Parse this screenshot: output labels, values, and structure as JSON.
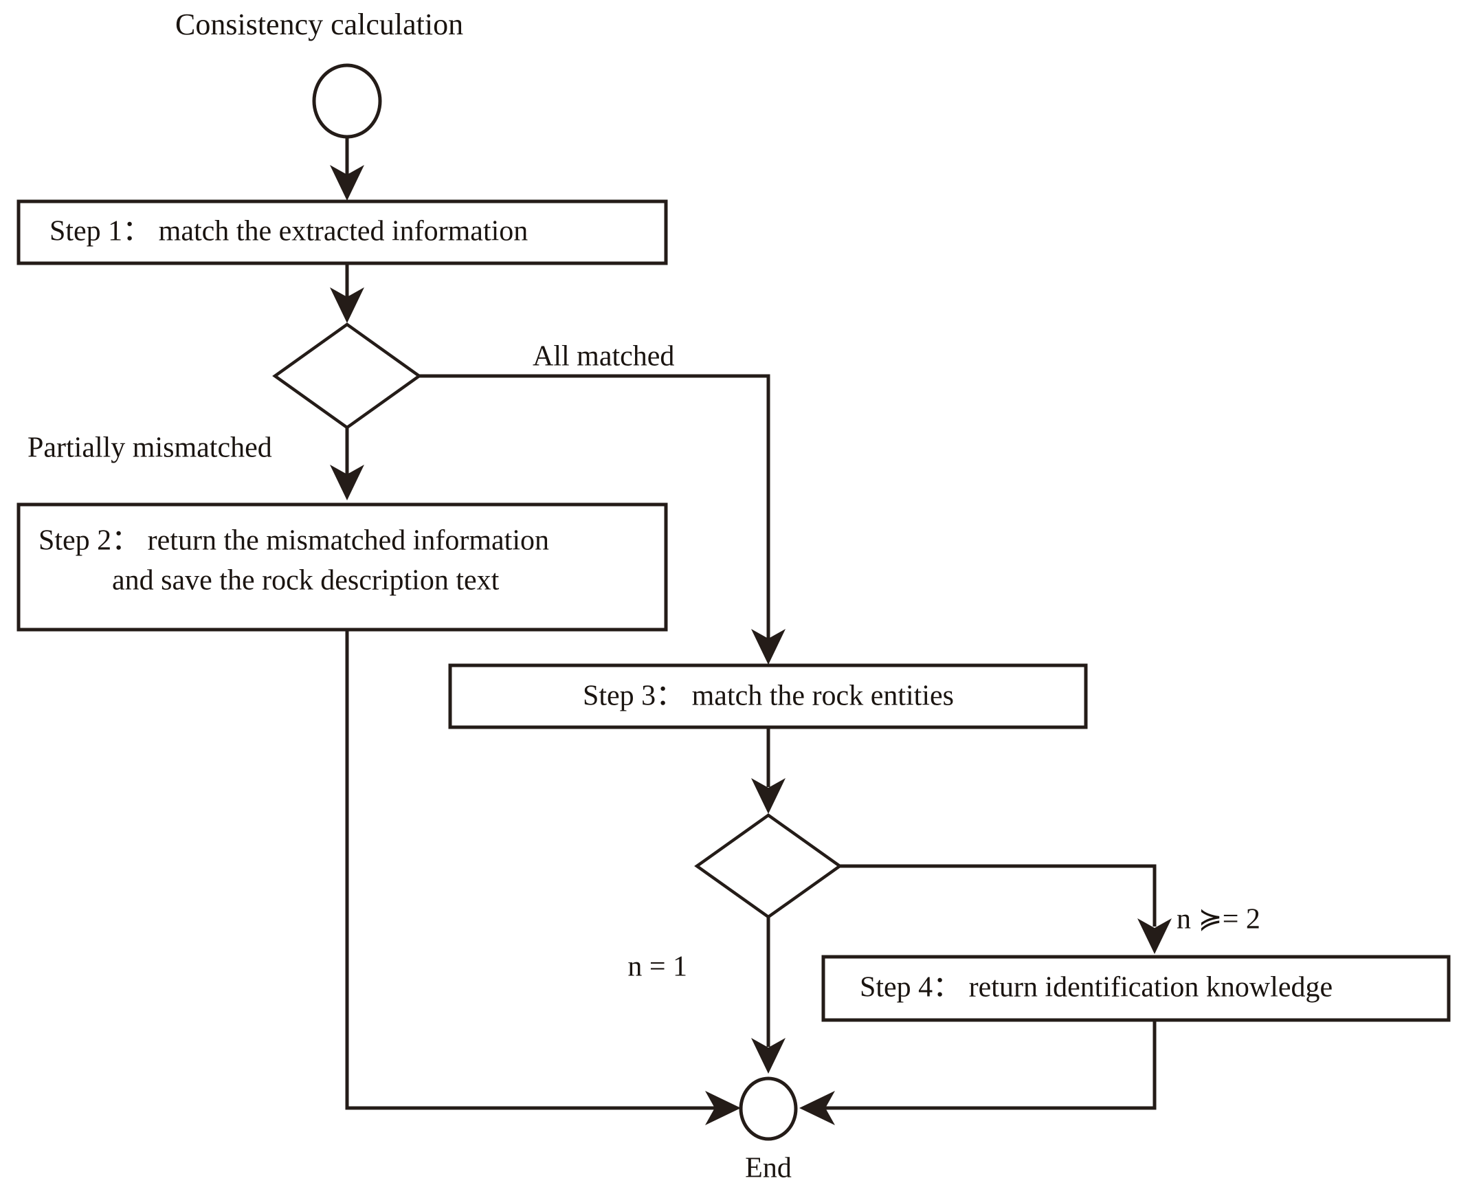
{
  "diagram": {
    "title": "Consistency calculation",
    "type": "flowchart",
    "end_label": "End",
    "colors": {
      "stroke": "#241c18",
      "text": "#1a1410",
      "background": "#ffffff"
    },
    "nodes": [
      {
        "id": "start",
        "shape": "circle",
        "label": ""
      },
      {
        "id": "step1",
        "shape": "rectangle",
        "lines": [
          "Step 1：   match the extracted  information"
        ]
      },
      {
        "id": "decision1",
        "shape": "diamond",
        "label": ""
      },
      {
        "id": "step2",
        "shape": "rectangle",
        "lines": [
          "Step 2：   return the mismatched information",
          "and save the rock description text"
        ]
      },
      {
        "id": "step3",
        "shape": "rectangle",
        "lines": [
          "Step 3：   match the rock entities"
        ]
      },
      {
        "id": "decision2",
        "shape": "diamond",
        "label": ""
      },
      {
        "id": "step4",
        "shape": "rectangle",
        "lines": [
          "Step 4：   return identification knowledge"
        ]
      },
      {
        "id": "end",
        "shape": "circle",
        "label": "End"
      }
    ],
    "edges": [
      {
        "id": "e-start-step1",
        "from": "start",
        "to": "step1",
        "label": ""
      },
      {
        "id": "e-step1-decision1",
        "from": "step1",
        "to": "decision1",
        "label": ""
      },
      {
        "id": "e-decision1-step3",
        "from": "decision1",
        "to": "step3",
        "label": "All matched"
      },
      {
        "id": "e-decision1-step2",
        "from": "decision1",
        "to": "step2",
        "label": "Partially mismatched"
      },
      {
        "id": "e-step2-end",
        "from": "step2",
        "to": "end",
        "label": ""
      },
      {
        "id": "e-step3-decision2",
        "from": "step3",
        "to": "decision2",
        "label": ""
      },
      {
        "id": "e-decision2-end",
        "from": "decision2",
        "to": "end",
        "label": "n = 1"
      },
      {
        "id": "e-decision2-step4",
        "from": "decision2",
        "to": "step4",
        "label": "n >= 2"
      },
      {
        "id": "e-step4-end",
        "from": "step4",
        "to": "end",
        "label": ""
      }
    ],
    "labels": {
      "all_matched": "All matched",
      "partially_mismatched": "Partially mismatched",
      "n_equals_1": "n = 1",
      "n_gte_2": "n ≽= 2"
    }
  }
}
